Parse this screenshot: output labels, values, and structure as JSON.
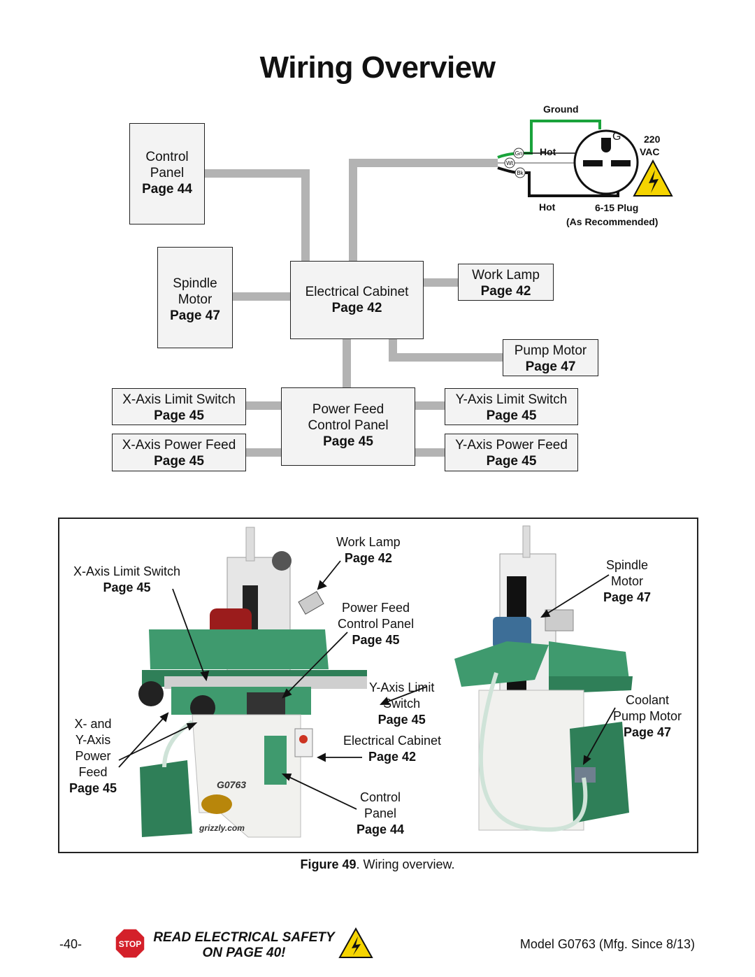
{
  "title": "Wiring Overview",
  "plug": {
    "ground": "Ground",
    "g": "G",
    "hot_top": "Hot",
    "hot_bottom": "Hot",
    "voltage": "220",
    "vac": "VAC",
    "plug_name": "6-15 Plug",
    "recommended": "(As Recommended)",
    "wire_gn": "Gn",
    "wire_wt": "Wt",
    "wire_bk": "Bk"
  },
  "diagram": {
    "control_panel": {
      "line1": "Control",
      "line2": "Panel",
      "page": "Page 44"
    },
    "spindle_motor": {
      "line1": "Spindle",
      "line2": "Motor",
      "page": "Page 47"
    },
    "electrical_cabinet": {
      "line1": "Electrical Cabinet",
      "page": "Page 42"
    },
    "work_lamp": {
      "line1": "Work Lamp",
      "page": "Page 42"
    },
    "pump_motor": {
      "line1": "Pump Motor",
      "page": "Page 47"
    },
    "power_feed": {
      "line1": "Power Feed",
      "line2": "Control Panel",
      "page": "Page 45"
    },
    "x_limit": {
      "line1": "X-Axis Limit Switch",
      "page": "Page 45"
    },
    "x_feed": {
      "line1": "X-Axis Power Feed",
      "page": "Page 45"
    },
    "y_limit": {
      "line1": "Y-Axis Limit Switch",
      "page": "Page 45"
    },
    "y_feed": {
      "line1": "Y-Axis Power Feed",
      "page": "Page 45"
    }
  },
  "photo_labels": {
    "x_limit": {
      "line1": "X-Axis Limit Switch",
      "page": "Page 45"
    },
    "work_lamp": {
      "line1": "Work Lamp",
      "page": "Page 42"
    },
    "power_feed": {
      "line1": "Power Feed",
      "line2": "Control Panel",
      "page": "Page 45"
    },
    "y_limit": {
      "line1": "Y-Axis Limit",
      "line2": "Switch",
      "page": "Page 45"
    },
    "xy_feed": {
      "line1": "X- and",
      "line2": "Y-Axis",
      "line3": "Power",
      "line4": "Feed",
      "page": "Page 45"
    },
    "cabinet": {
      "line1": "Electrical Cabinet",
      "page": "Page 42"
    },
    "control_panel": {
      "line1": "Control",
      "line2": "Panel",
      "page": "Page 44"
    },
    "spindle": {
      "line1": "Spindle",
      "line2": "Motor",
      "page": "Page 47"
    },
    "coolant": {
      "line1": "Coolant",
      "line2": "Pump Motor",
      "page": "Page 47"
    },
    "machine_model": "G0763",
    "brand": "grizzly.com"
  },
  "caption": {
    "bold": "Figure 49",
    "rest": ". Wiring overview."
  },
  "footer": {
    "page_number": "-40-",
    "stop": "STOP",
    "safety_line1": "READ ELECTRICAL SAFETY",
    "safety_line2": "ON PAGE 40!",
    "model": "Model G0763 (Mfg. Since 8/13)"
  },
  "colors": {
    "wire_gray": "#b3b3b3",
    "ground_green": "#1aa33b",
    "machine_green": "#3f9a6e",
    "stop_red": "#d4202a",
    "warning_yellow": "#f5d400"
  }
}
